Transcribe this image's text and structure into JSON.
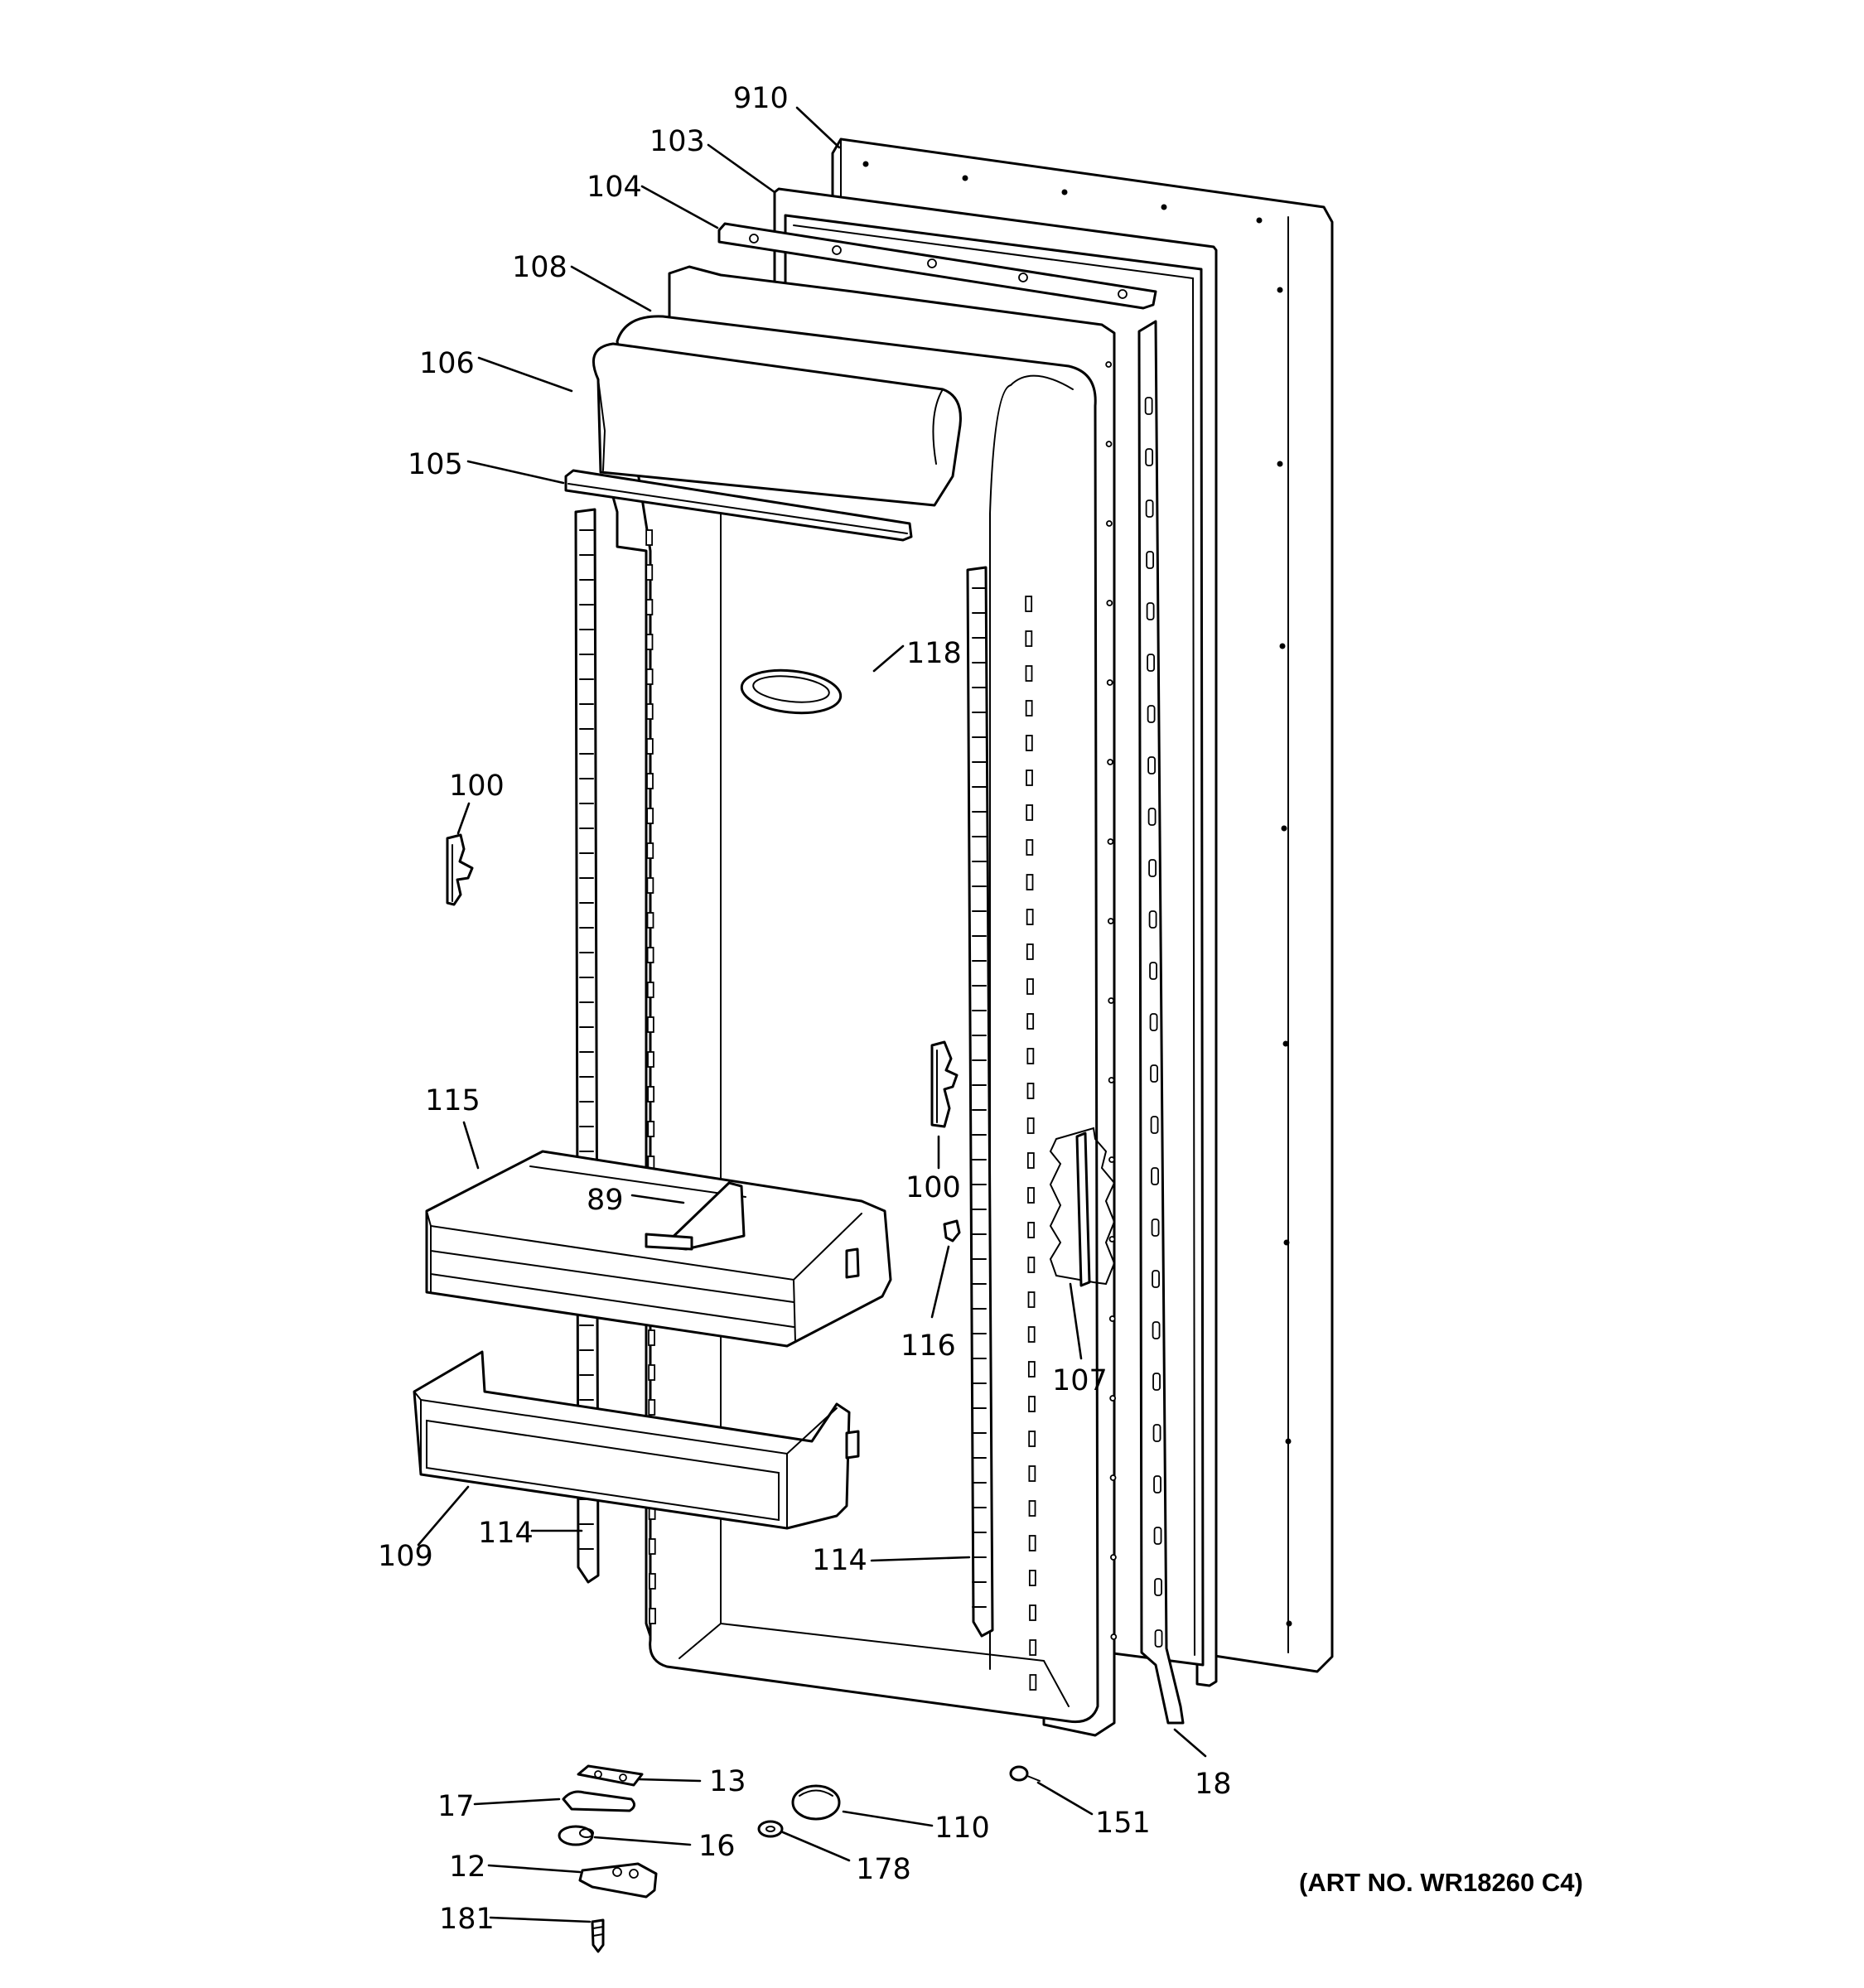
{
  "diagram": {
    "art_number": "(ART NO. WR18260 C4)",
    "parts": [
      {
        "id": "p910",
        "label": "910"
      },
      {
        "id": "p103",
        "label": "103"
      },
      {
        "id": "p104",
        "label": "104"
      },
      {
        "id": "p108",
        "label": "108"
      },
      {
        "id": "p106",
        "label": "106"
      },
      {
        "id": "p105",
        "label": "105"
      },
      {
        "id": "p118",
        "label": "118"
      },
      {
        "id": "p100a",
        "label": "100"
      },
      {
        "id": "p115",
        "label": "115"
      },
      {
        "id": "p89",
        "label": "89"
      },
      {
        "id": "p100b",
        "label": "100"
      },
      {
        "id": "p116",
        "label": "116"
      },
      {
        "id": "p107",
        "label": "107"
      },
      {
        "id": "p109",
        "label": "109"
      },
      {
        "id": "p114a",
        "label": "114"
      },
      {
        "id": "p114b",
        "label": "114"
      },
      {
        "id": "p18",
        "label": "18"
      },
      {
        "id": "p13",
        "label": "13"
      },
      {
        "id": "p17",
        "label": "17"
      },
      {
        "id": "p16",
        "label": "16"
      },
      {
        "id": "p12",
        "label": "12"
      },
      {
        "id": "p181",
        "label": "181"
      },
      {
        "id": "p110",
        "label": "110"
      },
      {
        "id": "p178",
        "label": "178"
      },
      {
        "id": "p151",
        "label": "151"
      }
    ]
  }
}
